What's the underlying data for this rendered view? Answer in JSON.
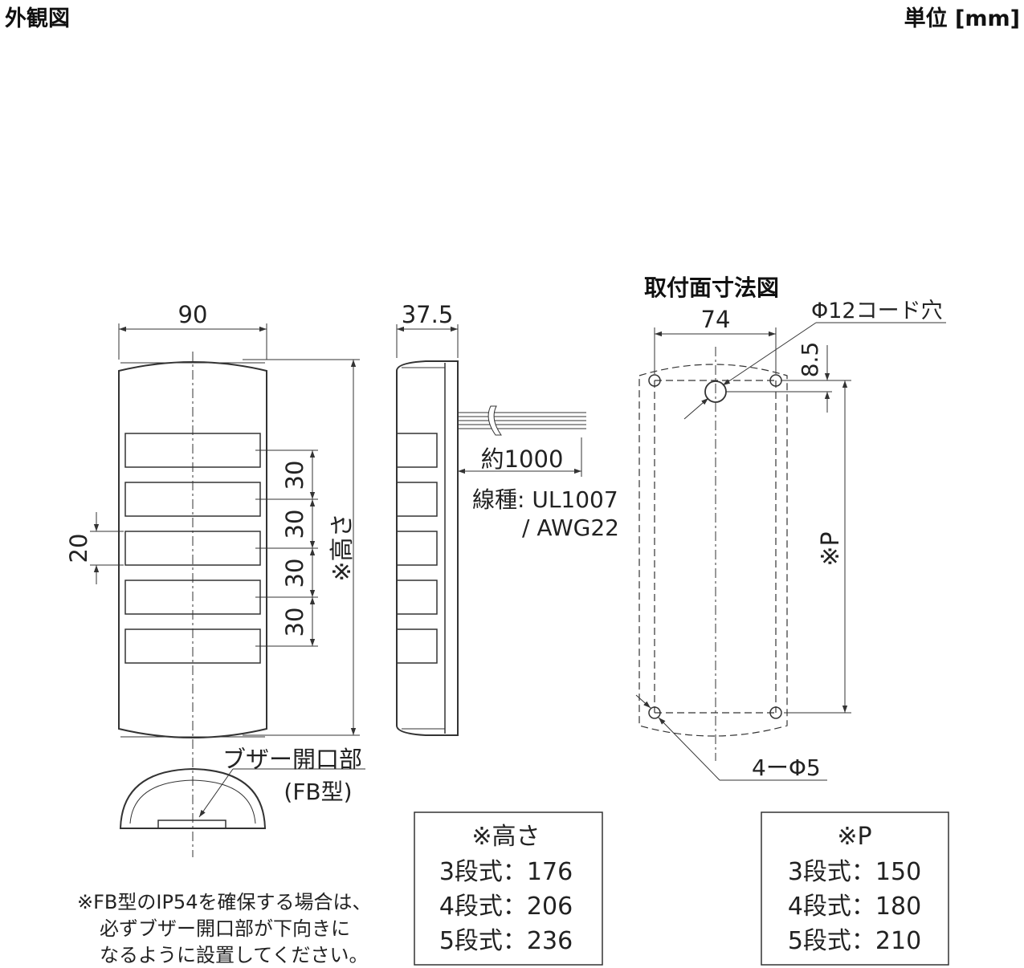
{
  "header": {
    "title": "外観図",
    "unit": "単位 [mm]"
  },
  "front_view": {
    "width_label": "90",
    "height_label": "※高さ",
    "window_height_label": "20",
    "pitch_labels": [
      "30",
      "30",
      "30",
      "30"
    ],
    "buzzer_label": "ブザー開口部",
    "buzzer_type_label": "(FB型)"
  },
  "side_view": {
    "depth_label": "37.5",
    "cable_length_label": "約1000",
    "wire_type_line1": "線種: UL1007",
    "wire_type_line2": "/ AWG22"
  },
  "mount_view": {
    "title": "取付面寸法図",
    "width_label": "74",
    "cord_hole_label": "Φ12コード穴",
    "offset_label": "8.5",
    "pitch_label": "※P",
    "screw_holes_label": "4ーΦ5"
  },
  "note": {
    "line1": "※FB型のIP54を確保する場合は、",
    "line2": "必ずブザー開口部が下向きに",
    "line3": "なるように設置してください。"
  },
  "height_table": {
    "title": "※高さ",
    "rows": [
      "3段式：176",
      "4段式：206",
      "5段式：236"
    ]
  },
  "p_table": {
    "title": "※P",
    "rows": [
      "3段式：150",
      "4段式：180",
      "5段式：210"
    ]
  }
}
